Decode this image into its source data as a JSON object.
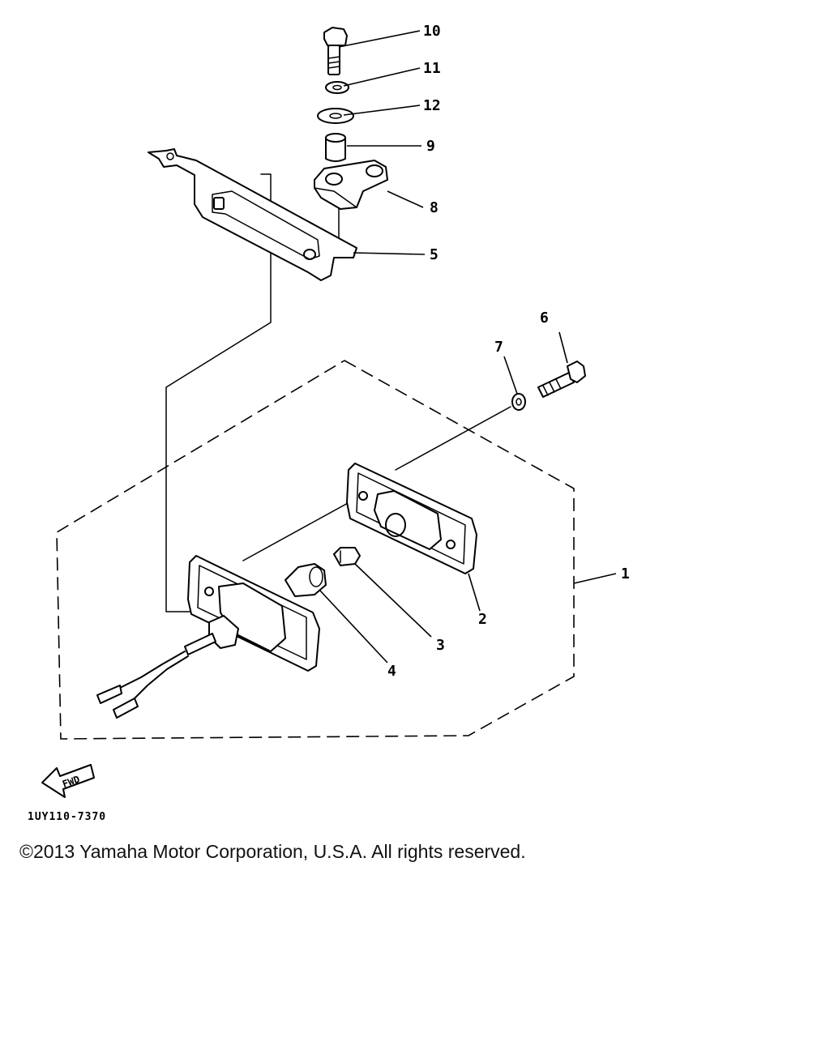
{
  "diagram": {
    "callouts": {
      "c1": "1",
      "c2": "2",
      "c3": "3",
      "c4": "4",
      "c5": "5",
      "c6": "6",
      "c7": "7",
      "c8": "8",
      "c9": "9",
      "c10": "10",
      "c11": "11",
      "c12": "12"
    },
    "fwd_label": "FWD",
    "drawing_code": "1UY110-7370"
  },
  "footer": {
    "copyright": "©2013 Yamaha Motor Corporation, U.S.A. All rights reserved."
  }
}
